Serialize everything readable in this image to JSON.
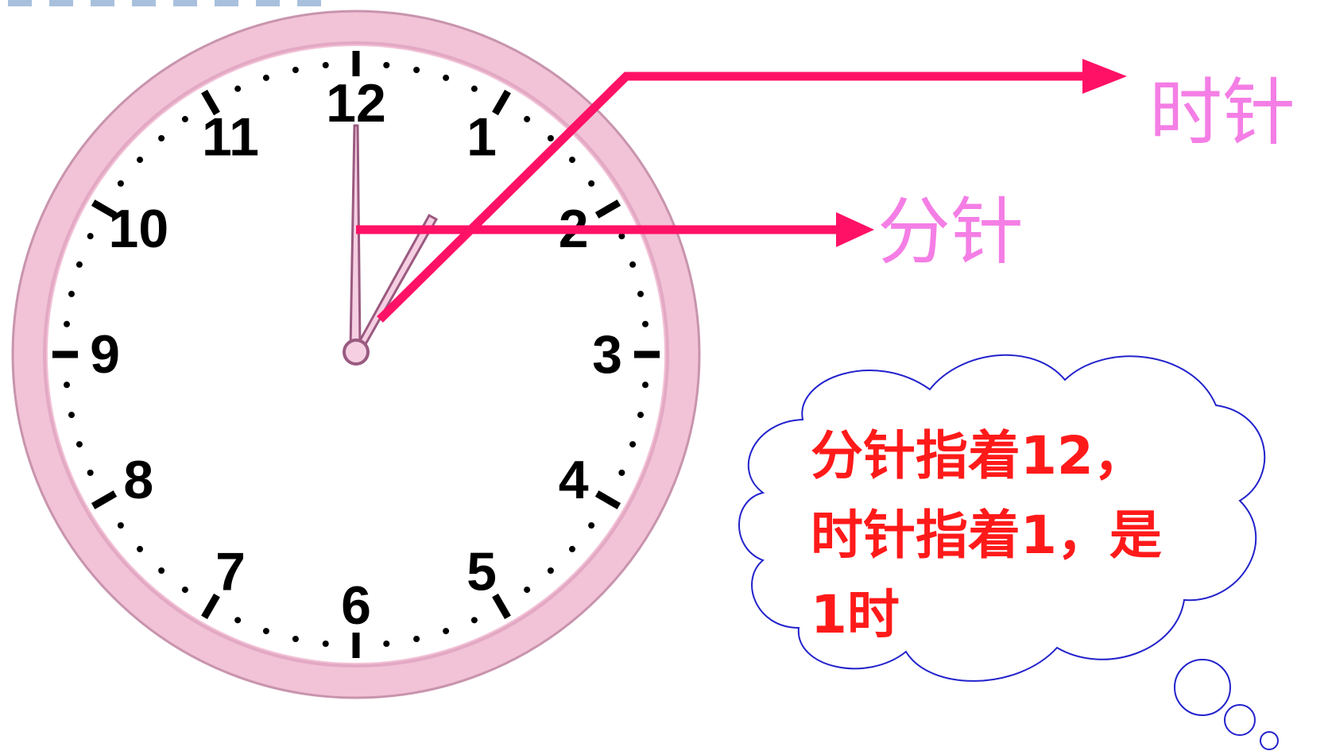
{
  "clock": {
    "numbers": [
      "12",
      "1",
      "2",
      "3",
      "4",
      "5",
      "6",
      "7",
      "8",
      "9",
      "10",
      "11"
    ],
    "minute_hand_points_to": 12,
    "hour_hand_points_to": 1,
    "colors": {
      "rim": "#f2c2d6",
      "rim_edge": "#c894ad",
      "hands": "#f6cfe2",
      "hand_edge": "#9a5a80"
    }
  },
  "callouts": {
    "hour_label": "时针",
    "minute_label": "分针",
    "line_color": "#ff1166",
    "label_color": "#f47ee5"
  },
  "bubble": {
    "lines": [
      "分针指着12，",
      "时针指着1，是",
      "1时"
    ],
    "text_color": "#ff1a1a",
    "outline_color": "#2222cc"
  }
}
